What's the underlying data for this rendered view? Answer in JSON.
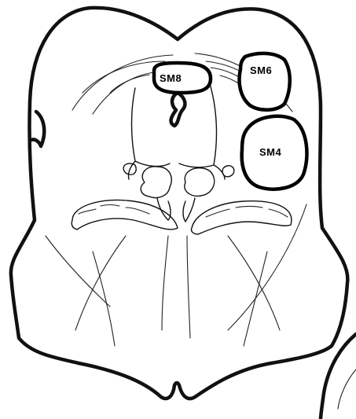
{
  "diagram": {
    "regions": [
      {
        "id": "sm8",
        "label": "SM8"
      },
      {
        "id": "sm6",
        "label": "SM6"
      },
      {
        "id": "sm4",
        "label": "SM4"
      }
    ]
  }
}
